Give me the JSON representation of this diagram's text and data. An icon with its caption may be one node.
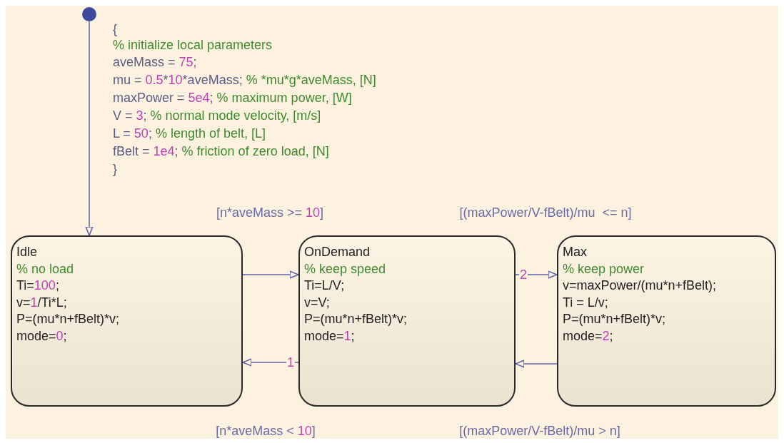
{
  "diagram": {
    "nodes": [
      {
        "text": [],
        "shape": "circle"
      },
      {
        "text": [
          "Idle",
          "% no load",
          "Ti=100;",
          "v=1/Ti*L;",
          "P=(mu*n+fBelt)*v;",
          "mode=0;"
        ]
      },
      {
        "text": [
          "OnDemand",
          "% keep speed",
          "Ti=L/V;",
          "v=V;",
          "P=(mu*n+fBelt)*v;",
          "mode=1;"
        ]
      },
      {
        "text": [
          "Max",
          "% keep power",
          "v=maxPower/(mu*n+fBelt);",
          "Ti = L/v;",
          "P=(mu*n+fBelt)*v;",
          "mode=2;"
        ]
      }
    ],
    "edges": [
      {
        "from": 0,
        "to": 1,
        "arrow": "to"
      },
      {
        "from": 1,
        "to": 2,
        "arrow": "to",
        "label": "[n*aveMass >= 10]"
      },
      {
        "from": 2,
        "to": 1,
        "arrow": "to",
        "label": "[n*aveMass < 10]"
      },
      {
        "from": 2,
        "to": 3,
        "arrow": "to",
        "label": "[(maxPower/V-fBelt)/mu  <= n]"
      },
      {
        "from": 3,
        "to": 2,
        "arrow": "to",
        "label": "[(maxPower/V-fBelt)/mu > n]"
      }
    ],
    "labels": [
      "{",
      "% initialize local parameters",
      "aveMass = 75;",
      "mu = 0.5*10*aveMass; % *mu*g*aveMass, [N]",
      "maxPower = 5e4; % maximum power, [W]",
      "V = 3; % normal mode velocity, [m/s]",
      "L = 50; % length of belt, [L]",
      "fBelt = 1e4; % friction of zero load, [N]",
      "}",
      "1",
      "2"
    ]
  }
}
